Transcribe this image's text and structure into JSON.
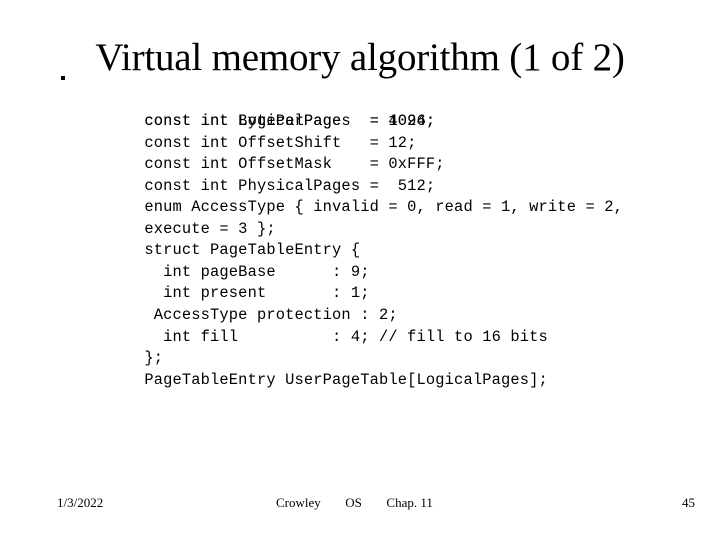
{
  "slide": {
    "title": "Virtual memory algorithm (1 of 2)",
    "bullet_glyph": "square-bullet"
  },
  "code": {
    "lines": [
      "const int LogicalPages  = 1024;",
      "const int BytePerPage   = 4096;",
      "const int OffsetShift   = 12;",
      "const int OffsetMask    = 0xFFF;",
      "const int PhysicalPages =  512;",
      "enum AccessType { invalid = 0, read = 1, write = 2,",
      "execute = 3 };",
      "struct PageTableEntry {",
      "  int pageBase      : 9;",
      "  int present       : 1;",
      " AccessType protection : 2;",
      "  int fill          : 4; // fill to 16 bits",
      "};",
      "PageTableEntry UserPageTable[LogicalPages];"
    ]
  },
  "footer": {
    "date": "1/3/2022",
    "author": "Crowley",
    "course": "OS",
    "chapter": "Chap. 11",
    "page_number": "45"
  },
  "colors": {
    "background": "#ffffff",
    "text": "#000000"
  }
}
